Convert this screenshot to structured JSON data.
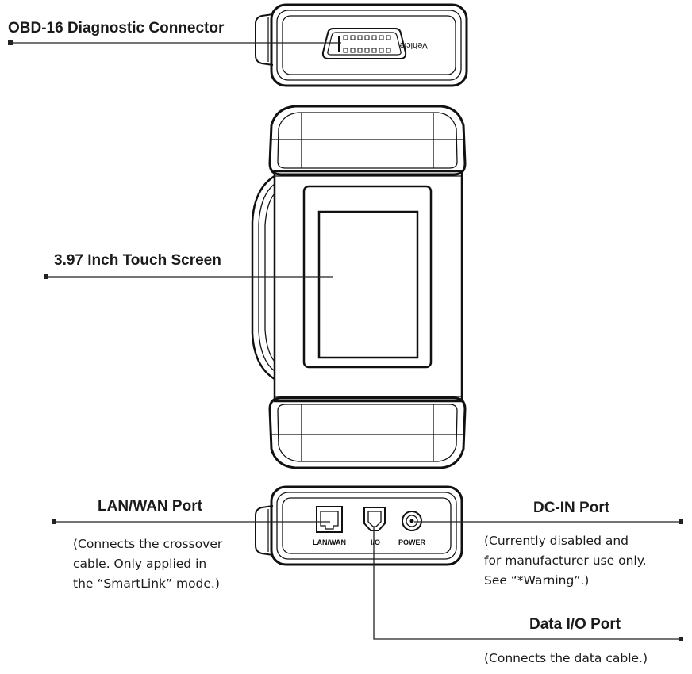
{
  "labels": {
    "obd": "OBD-16 Diagnostic Connector",
    "screen": "3.97 Inch Touch Screen",
    "lan": "LAN/WAN Port",
    "dcin": "DC-IN Port",
    "dataio": "Data I/O Port"
  },
  "descriptions": {
    "lan": [
      "(Connects the crossover",
      "cable. Only applied in",
      "the “SmartLink” mode.)"
    ],
    "dcin": [
      "(Currently disabled and",
      "for manufacturer use only.",
      "See “*Warning”.)"
    ],
    "dataio": [
      "(Connects the data cable.)"
    ]
  },
  "device_text": {
    "vehicle": "Vehicle",
    "port_lan": "LAN/WAN",
    "port_io": "I/O",
    "port_power": "POWER"
  }
}
